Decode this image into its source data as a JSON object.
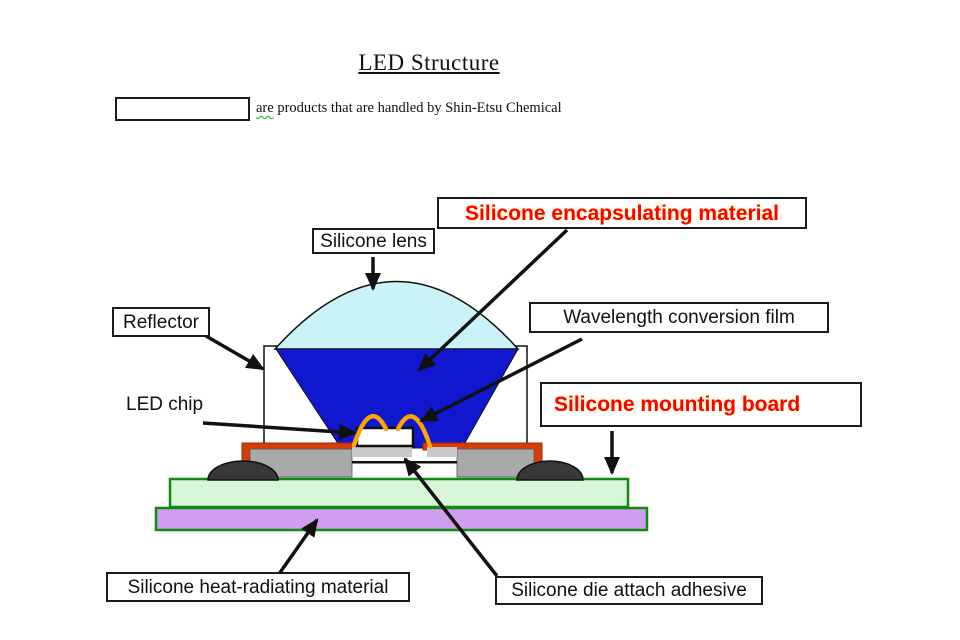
{
  "page": {
    "title": "LED Structure",
    "background": "#ffffff"
  },
  "legend": {
    "swatch": "",
    "note_lead": "are",
    "note_rest": " products that are handled by Shin-Etsu Chemical"
  },
  "labels": {
    "encapsulating": {
      "text": "Silicone encapsulating material",
      "color": "#ff0000"
    },
    "lens": {
      "text": "Silicone lens",
      "color": "#000000"
    },
    "reflector": {
      "text": "Reflector",
      "color": "#000000"
    },
    "wavelength": {
      "text": "Wavelength conversion film",
      "color": "#000000"
    },
    "led_chip": {
      "text": "LED chip",
      "color": "#000000"
    },
    "mounting": {
      "text": "Silicone mounting board",
      "color": "#ff0000"
    },
    "heat": {
      "text": "Silicone heat-radiating material",
      "color": "#000000"
    },
    "die_attach": {
      "text": "Silicone die attach adhesive",
      "color": "#000000"
    }
  },
  "diagram": {
    "colors": {
      "lens_dome": "#c9f2f9",
      "encapsulant_blue": "#1117cf",
      "outline": "#111111",
      "reflector_white": "#ffffff",
      "mounting_coat_red": "#d63c05",
      "mounting_coat_edge": "#9e2b00",
      "package_gray": "#a9a9a9",
      "package_gray_edge": "#555555",
      "die_attach_silver": "#c9c9c9",
      "chip_white": "#ffffff",
      "wire_orange": "#ffa500",
      "electrode_dark": "#383838",
      "board_green_fill": "#d8f6d8",
      "board_green_edge": "#108a10",
      "heat_purple_fill": "#cf9ef0",
      "arrow_black": "#111111"
    }
  }
}
